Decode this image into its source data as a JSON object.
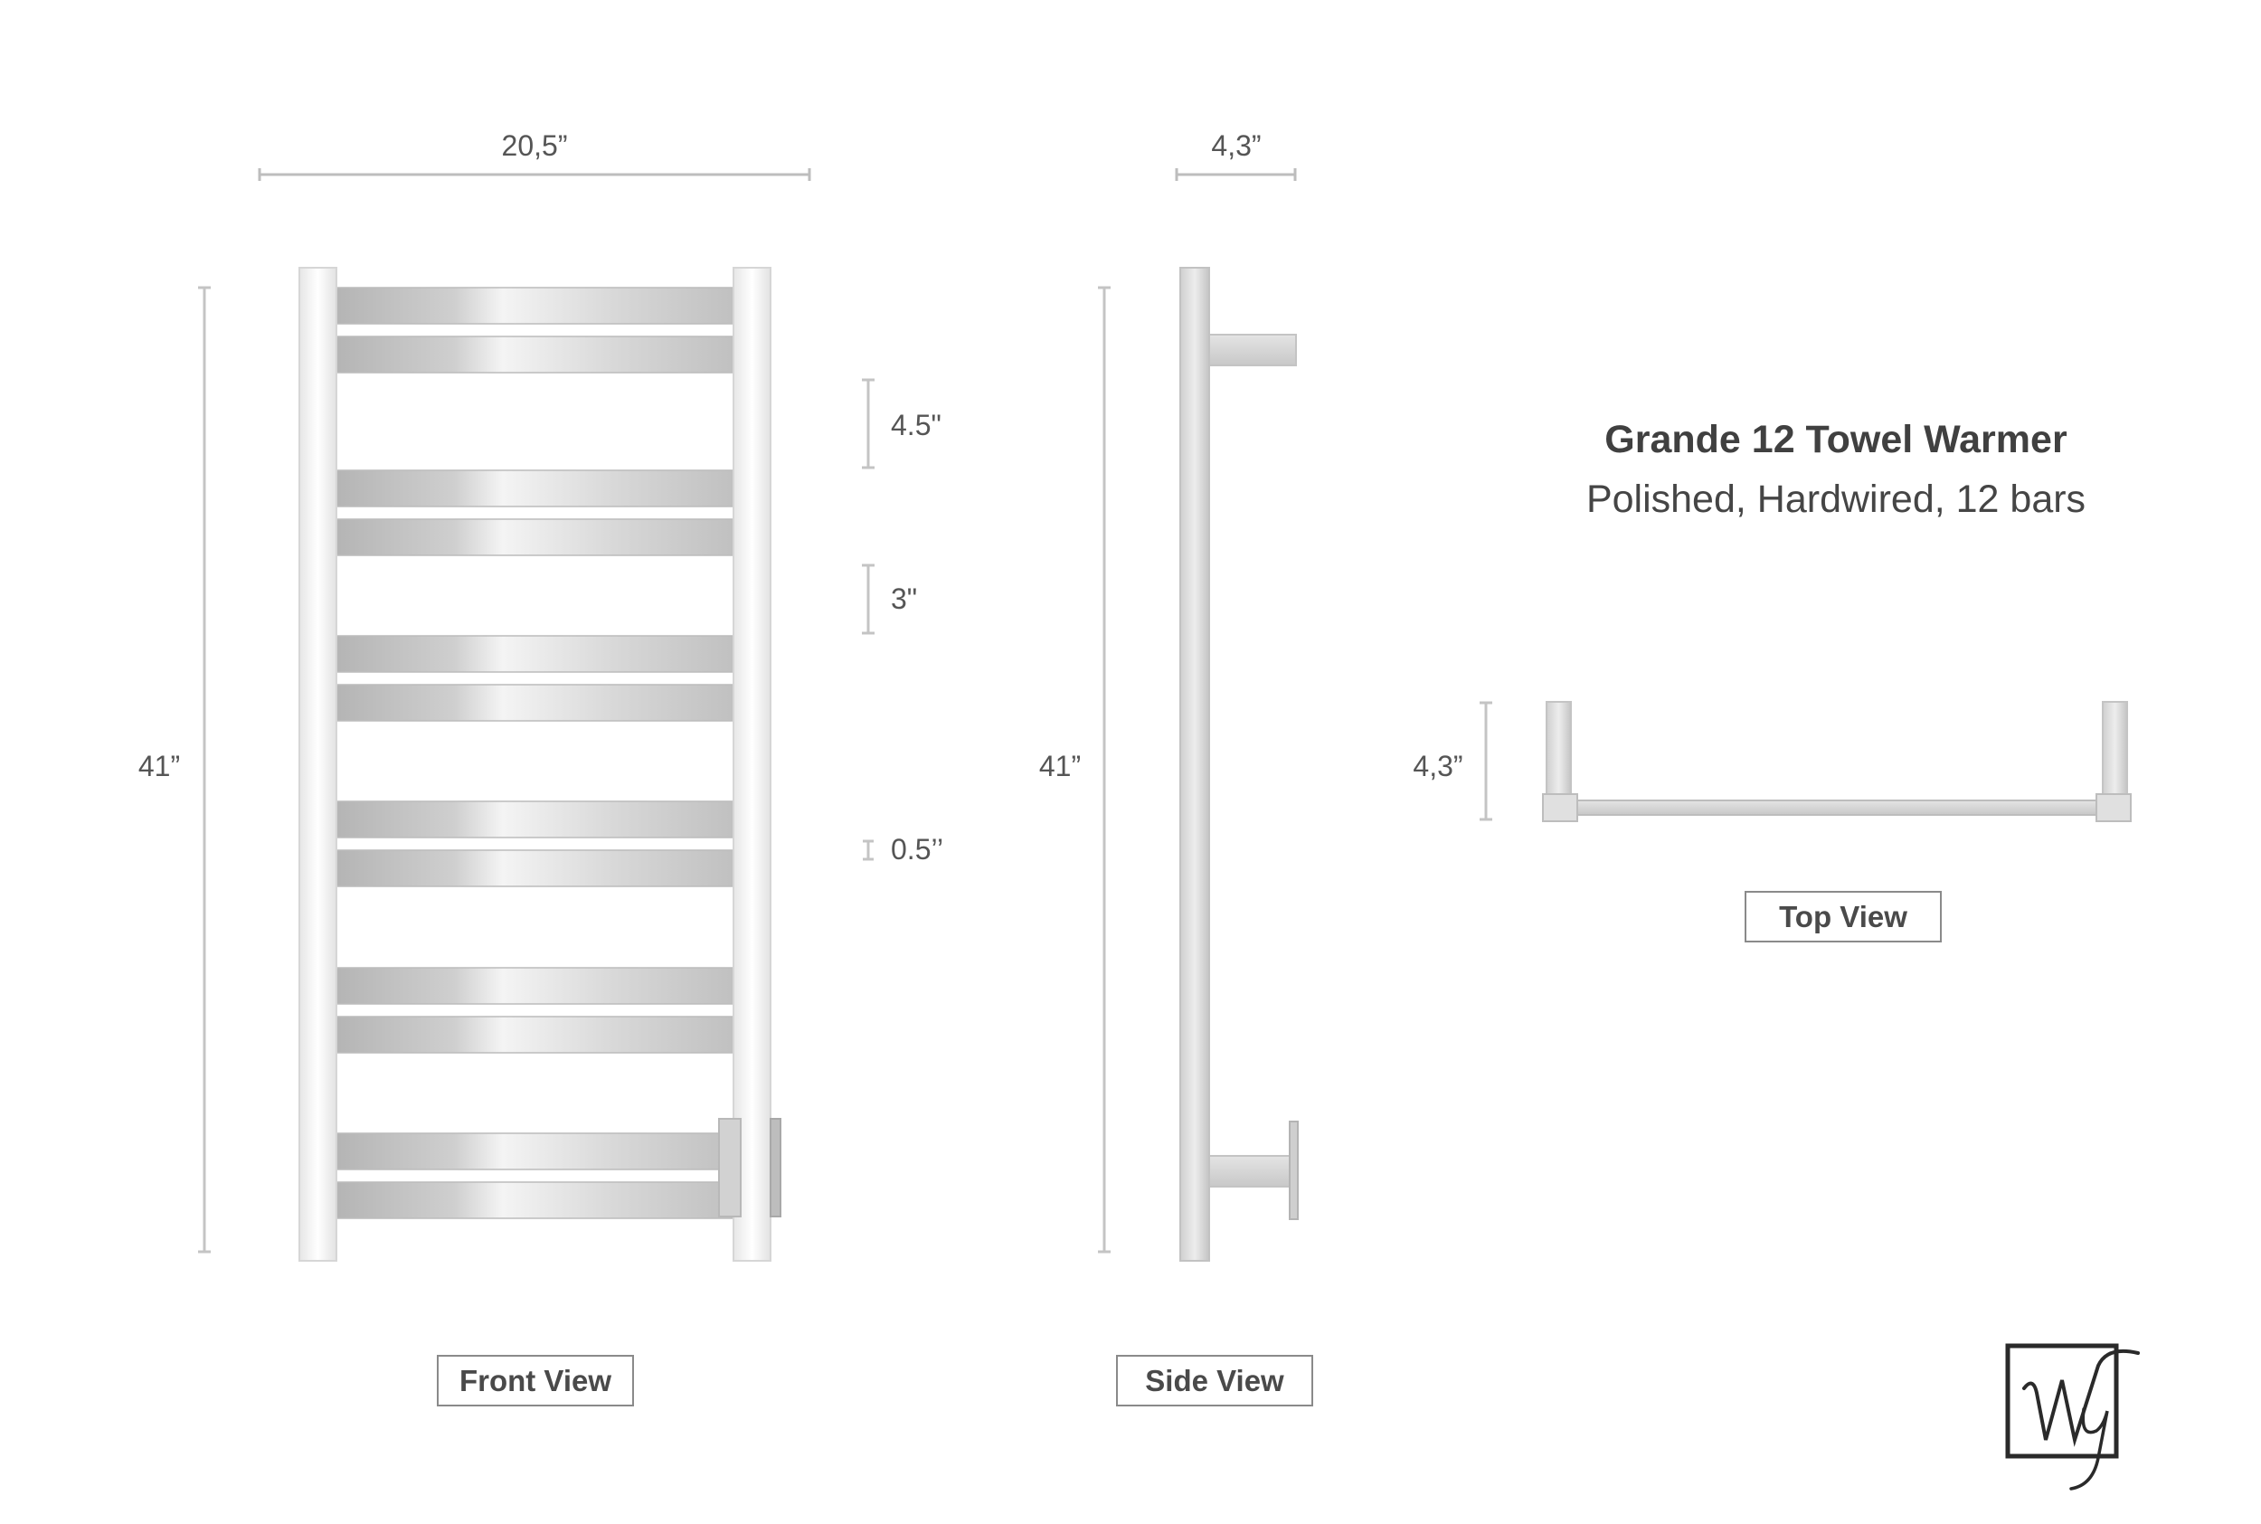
{
  "product": {
    "title": "Grande 12 Towel Warmer",
    "subtitle": "Polished, Hardwired, 12 bars"
  },
  "views": {
    "front": "Front View",
    "side": "Side View",
    "top": "Top View"
  },
  "dimensions": {
    "front_width": "20,5”",
    "front_height": "41”",
    "bar_pitch": "4.5\"",
    "bar_gap": "3\"",
    "bar_thickness": "0.5’’",
    "side_depth": "4,3”",
    "side_height": "41”",
    "top_depth": "4,3”"
  },
  "colors": {
    "steel_light": "#f2f2f2",
    "steel_mid": "#c8c8c8",
    "steel_dark": "#a8a8a8",
    "dim_line": "#bdbdbd",
    "text": "#555555"
  },
  "logo": {
    "letters": "Wy",
    "icon": "wy-monogram-logo-icon"
  }
}
